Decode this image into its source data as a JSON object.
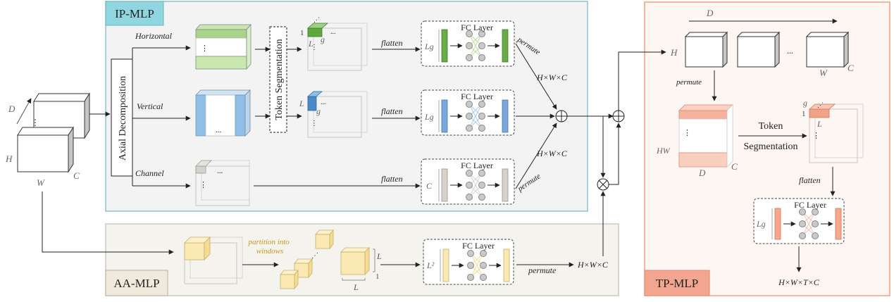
{
  "colors": {
    "ip_bg": "#f3f3f4",
    "ip_border": "#8fc3cc",
    "ip_label_bg": "#8fd6e0",
    "aa_bg": "#f5f3ee",
    "aa_border": "#cfcac0",
    "aa_label_bg": "#efeadc",
    "tp_bg": "#fdf6f3",
    "tp_border": "#f0a080",
    "tp_label_bg": "#f4a58f",
    "green": "#a8d48a",
    "blue": "#8fbfe6",
    "gray": "#d6d2cb",
    "yellow": "#fbe9b3",
    "salmon": "#f6b4a0",
    "node": "#c9c9c9"
  },
  "panels": {
    "ip_label": "IP-MLP",
    "aa_label": "AA-MLP",
    "tp_label": "TP-MLP"
  },
  "input": {
    "d": "D",
    "h": "H",
    "w": "W",
    "c": "C"
  },
  "ip": {
    "axial_decomposition": "Axial Decomposition",
    "token_segmentation": "Token Segmentation",
    "horizontal": "Horizontal",
    "vertical": "Vertical",
    "channel": "Channel",
    "tok_h_1": "1",
    "tok_h_l": "L",
    "tok_h_g": "g",
    "tok_v_l": "L",
    "tok_v_g": "g",
    "flatten_1": "flatten",
    "flatten_2": "flatten",
    "flatten_3": "flatten",
    "fc_1": "FC Layer",
    "fc_2": "FC Layer",
    "fc_3": "FC Layer",
    "in_1": "Lg",
    "in_2": "Lg",
    "in_3": "C",
    "permute_1": "permute",
    "permute_2": "permute",
    "hwc_1": "H×W×C",
    "hwc_2": "H×W×C"
  },
  "aa": {
    "partition": "partition into windows",
    "win_l_right": "L",
    "win_l_bottom": "L",
    "win_one": "1",
    "fc": "FC Layer",
    "in": "L²",
    "permute": "permute",
    "hwc": "H×W×C"
  },
  "tp": {
    "d_top": "D",
    "h": "H",
    "w": "W",
    "c": "C",
    "dots": "...",
    "permute": "permute",
    "hw": "HW",
    "d_bottom": "D",
    "c_bottom": "C",
    "token": "Token",
    "segmentation": "Segmentation",
    "g": "g",
    "one": "1",
    "l": "L",
    "flatten": "flatten",
    "fc": "FC Layer",
    "in": "Lg",
    "output": "H×W×T×C"
  }
}
